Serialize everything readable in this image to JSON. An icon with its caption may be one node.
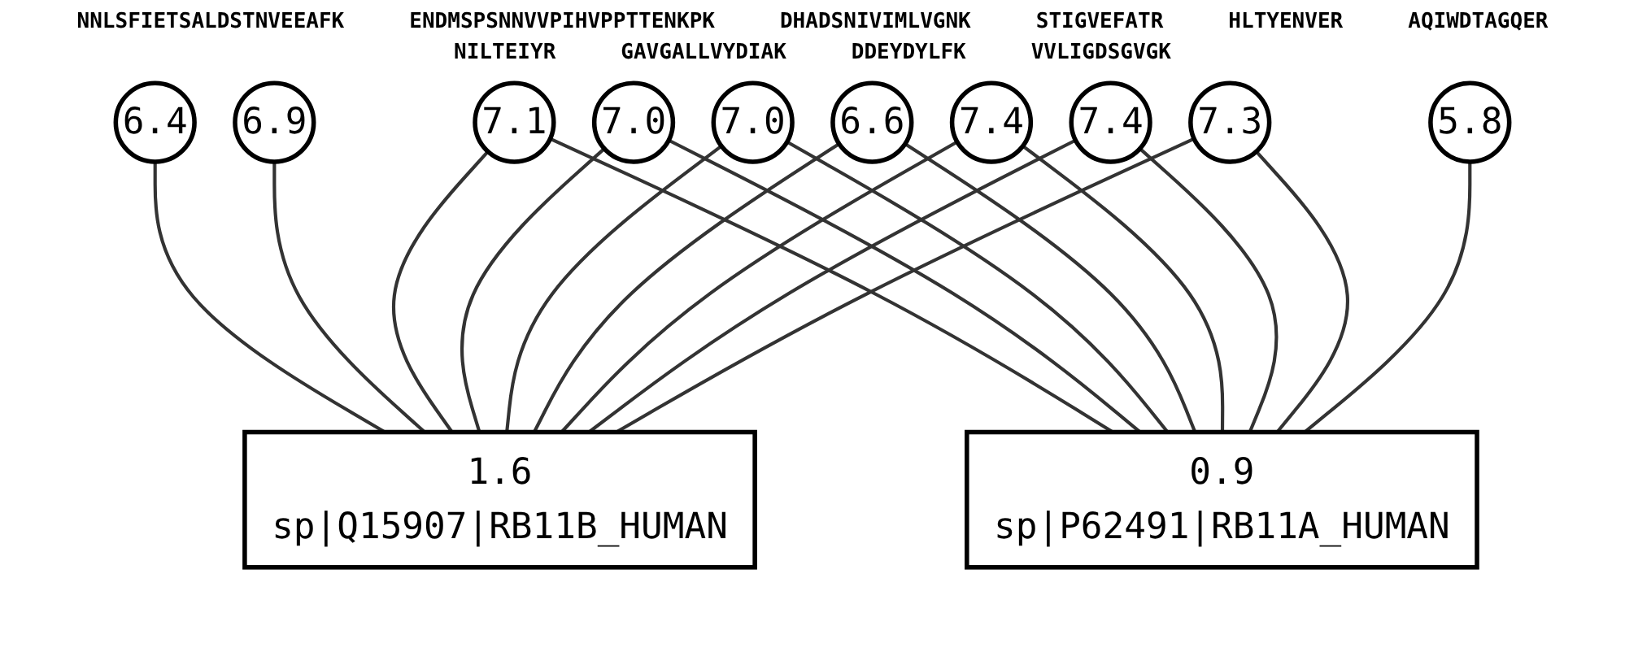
{
  "diagram": {
    "nodes": [
      {
        "text": [
          "6.4"
        ]
      },
      {
        "text": [
          "6.9"
        ]
      },
      {
        "text": [
          "7.1"
        ]
      },
      {
        "text": [
          "7.0"
        ]
      },
      {
        "text": [
          "7.0"
        ]
      },
      {
        "text": [
          "6.6"
        ]
      },
      {
        "text": [
          "7.4"
        ]
      },
      {
        "text": [
          "7.4"
        ]
      },
      {
        "text": [
          "7.3"
        ]
      },
      {
        "text": [
          "5.8"
        ]
      },
      {
        "text": [
          "1.6",
          "sp|Q15907|RB11B_HUMAN"
        ]
      },
      {
        "text": [
          "0.9",
          "sp|P62491|RB11A_HUMAN"
        ]
      }
    ],
    "edges": [
      {
        "from": 0,
        "to": 10,
        "arrow": "none"
      },
      {
        "from": 1,
        "to": 10,
        "arrow": "none"
      },
      {
        "from": 2,
        "to": 10,
        "arrow": "none"
      },
      {
        "from": 2,
        "to": 11,
        "arrow": "none"
      },
      {
        "from": 3,
        "to": 10,
        "arrow": "none"
      },
      {
        "from": 3,
        "to": 11,
        "arrow": "none"
      },
      {
        "from": 4,
        "to": 10,
        "arrow": "none"
      },
      {
        "from": 4,
        "to": 11,
        "arrow": "none"
      },
      {
        "from": 5,
        "to": 10,
        "arrow": "none"
      },
      {
        "from": 5,
        "to": 11,
        "arrow": "none"
      },
      {
        "from": 6,
        "to": 10,
        "arrow": "none"
      },
      {
        "from": 6,
        "to": 11,
        "arrow": "none"
      },
      {
        "from": 7,
        "to": 10,
        "arrow": "none"
      },
      {
        "from": 7,
        "to": 11,
        "arrow": "none"
      },
      {
        "from": 8,
        "to": 10,
        "arrow": "none"
      },
      {
        "from": 8,
        "to": 11,
        "arrow": "none"
      },
      {
        "from": 9,
        "to": 11,
        "arrow": "none"
      }
    ],
    "labels": [
      "NNLSFIETSALDSTNVEEAFK",
      "ENDMSPSNNVVPIHVPPTTENKPK",
      "DHADSNIVIMLVGNK",
      "STIGVEFATR",
      "HLTYENVER",
      "AQIWDTAGQER",
      "NILTEIYR",
      "GAVGALLVYDIAK",
      "DDEYDYLFK",
      "VVLIGDSGVGK"
    ]
  }
}
